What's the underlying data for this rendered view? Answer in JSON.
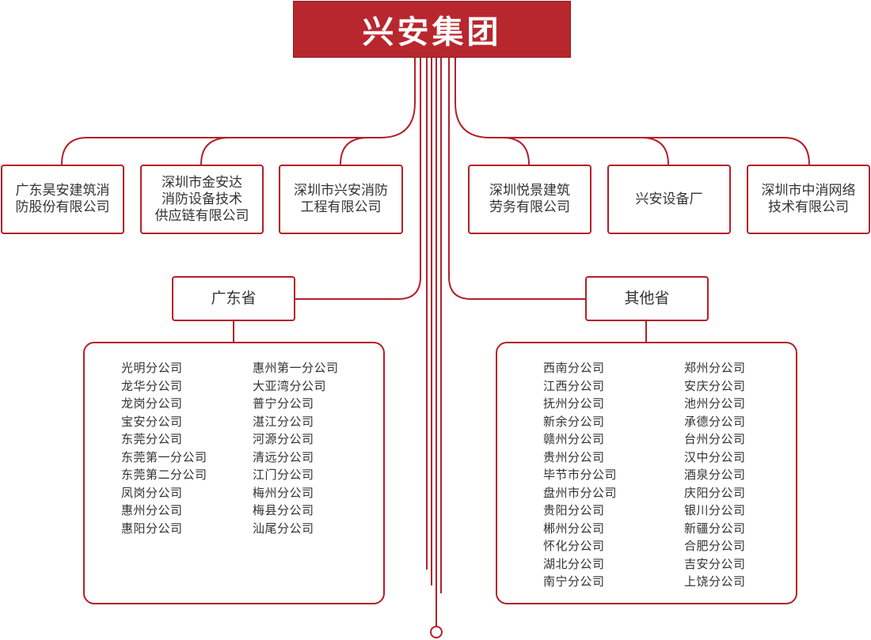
{
  "title": "兴安集团",
  "companies": [
    {
      "lines": [
        "广东昊安建筑消",
        "防股份有限公司"
      ]
    },
    {
      "lines": [
        "深圳市金安达",
        "消防设备技术",
        "供应链有限公司"
      ]
    },
    {
      "lines": [
        "深圳市兴安消防",
        "工程有限公司"
      ]
    },
    {
      "lines": [
        "深圳悦景建筑",
        "劳务有限公司"
      ]
    },
    {
      "lines": [
        "兴安设备厂"
      ]
    },
    {
      "lines": [
        "深圳市中消网络",
        "技术有限公司"
      ]
    }
  ],
  "guangdong": {
    "label": "广东省",
    "col1": [
      "光明分公司",
      "龙华分公司",
      "龙岗分公司",
      "宝安分公司",
      "东莞分公司",
      "东莞第一分公司",
      "东莞第二分公司",
      "凤岗分公司",
      "惠州分公司",
      "惠阳分公司"
    ],
    "col2": [
      "惠州第一分公司",
      "大亚湾分公司",
      "普宁分公司",
      "湛江分公司",
      "河源分公司",
      "清远分公司",
      "江门分公司",
      "梅州分公司",
      "梅县分公司",
      "汕尾分公司"
    ]
  },
  "others": {
    "label": "其他省",
    "col1": [
      "西南分公司",
      "江西分公司",
      "抚州分公司",
      "新余分公司",
      "赣州分公司",
      "贵州分公司",
      "毕节市分公司",
      "盘州市分公司",
      "贵阳分公司",
      "郴州分公司",
      "怀化分公司",
      "湖北分公司",
      "南宁分公司"
    ],
    "col2": [
      "郑州分公司",
      "安庆分公司",
      "池州分公司",
      "承德分公司",
      "台州分公司",
      "汉中分公司",
      "酒泉分公司",
      "庆阳分公司",
      "银川分公司",
      "新疆分公司",
      "合肥分公司",
      "吉安分公司",
      "上饶分公司"
    ]
  },
  "colors": {
    "brand": "#b8272e",
    "line": "#b42029"
  }
}
